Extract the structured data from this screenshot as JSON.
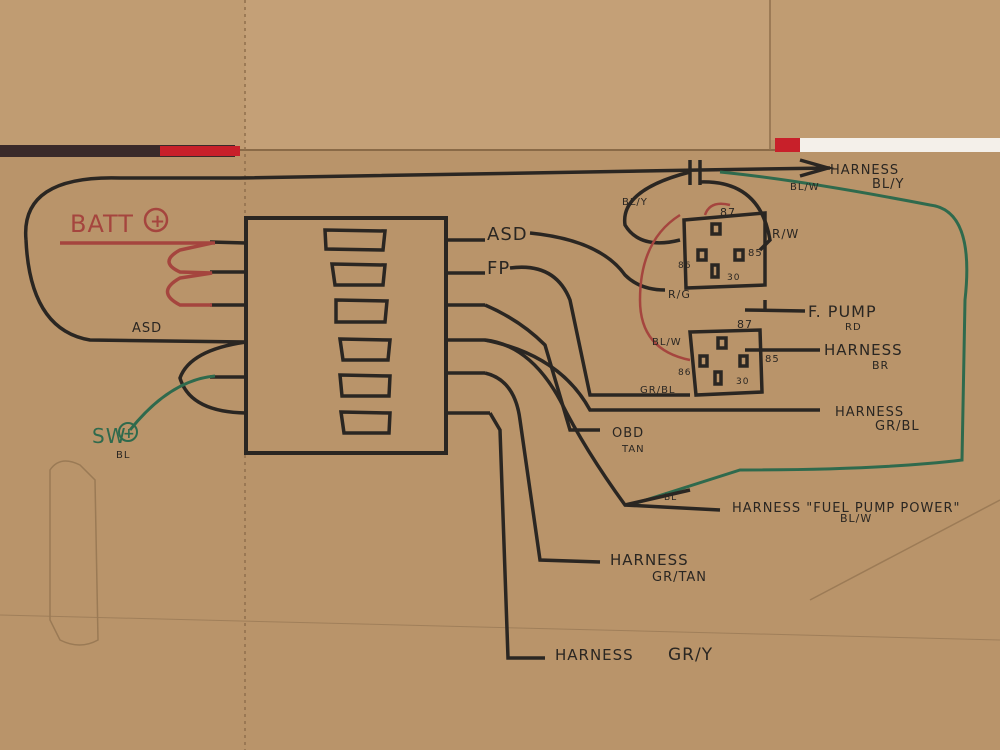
{
  "labels": {
    "batt": "BATT",
    "asd_left": "ASD",
    "sw": "SW",
    "sw_sub": "BL",
    "asd_out": "ASD",
    "fp_out": "FP",
    "harness_bly": "HARNESS",
    "harness_bly_sub": "BL/Y",
    "bl_w_top": "BL/W",
    "bl_y_left": "BL/Y",
    "r_w": "R/W",
    "r_g": "R/G",
    "relay1_87": "87",
    "relay1_86": "86",
    "relay1_85": "85",
    "relay1_30": "30",
    "relay2_87": "87",
    "relay2_86": "86",
    "relay2_85": "85",
    "relay2_30": "30",
    "fpump": "F. PUMP",
    "fpump_sub": "RD",
    "harness_br": "HARNESS",
    "harness_br_sub": "BR",
    "bl_w_mid": "BL/W",
    "gr_bl": "GR/BL",
    "harness_grbl": "HARNESS",
    "harness_grbl_sub": "GR/BL",
    "obd": "OBD",
    "obd_sub": "TAN",
    "bl_small": "BL",
    "harness_fp_power": "HARNESS \"FUEL PUMP POWER\"",
    "harness_fp_power_sub": "BL/W",
    "harness_grtan": "HARNESS",
    "harness_grtan_sub": "GR/TAN",
    "harness_gry": "HARNESS",
    "harness_gry_sub": "GR/Y"
  },
  "colors": {
    "cardboard": "#b9946a",
    "ink": "#2a2622",
    "red_ink": "#a5453e",
    "green_ink": "#2f6a4d",
    "label_red": "#c8202a"
  }
}
